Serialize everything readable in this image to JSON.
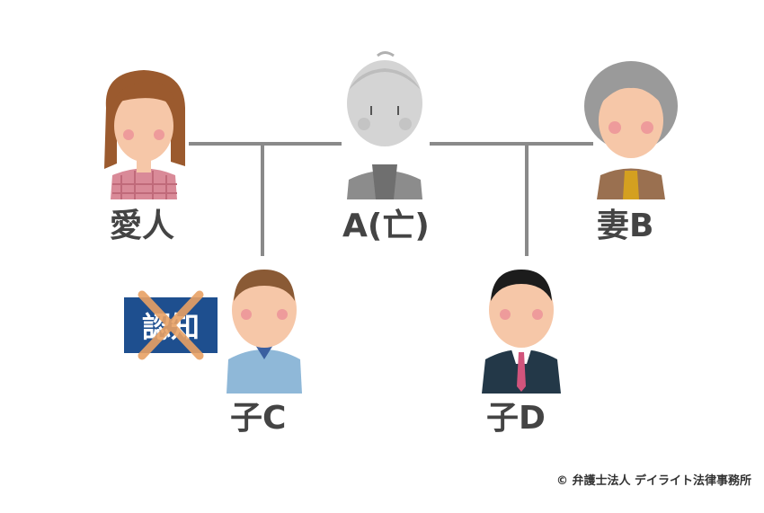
{
  "people": {
    "lover": {
      "label": "愛人"
    },
    "a": {
      "label": "A(亡)"
    },
    "wife": {
      "label": "妻B"
    },
    "child_c": {
      "label": "子C"
    },
    "child_d": {
      "label": "子D"
    }
  },
  "badge": {
    "text": "認知",
    "crossed_out": true
  },
  "copyright": "© 弁護士法人 デイライト法律事務所",
  "colors": {
    "line": "#8a8a8a",
    "badge_bg": "#1e4f8f",
    "badge_cross": "#e8a164",
    "label": "#444444"
  }
}
